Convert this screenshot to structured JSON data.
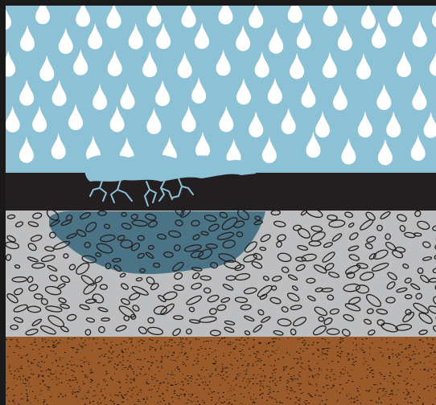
{
  "diagram": {
    "layers": [
      {
        "id": "rain-sky",
        "color": "#8DC1D5"
      },
      {
        "id": "asphalt",
        "color": "#231F20"
      },
      {
        "id": "aggregate-base",
        "color": "#BCBEC0"
      },
      {
        "id": "soil",
        "color": "#9A5A2A"
      }
    ],
    "water_color": "#8DC1D5",
    "saturated_color": "#4A7386",
    "crack_color": "#8DC1D5",
    "border_color": "#1A1A1A",
    "drop_color": "#FFFFFF",
    "stone_outline_color": "#231F20",
    "soil_speck_color": "#1E120A"
  }
}
